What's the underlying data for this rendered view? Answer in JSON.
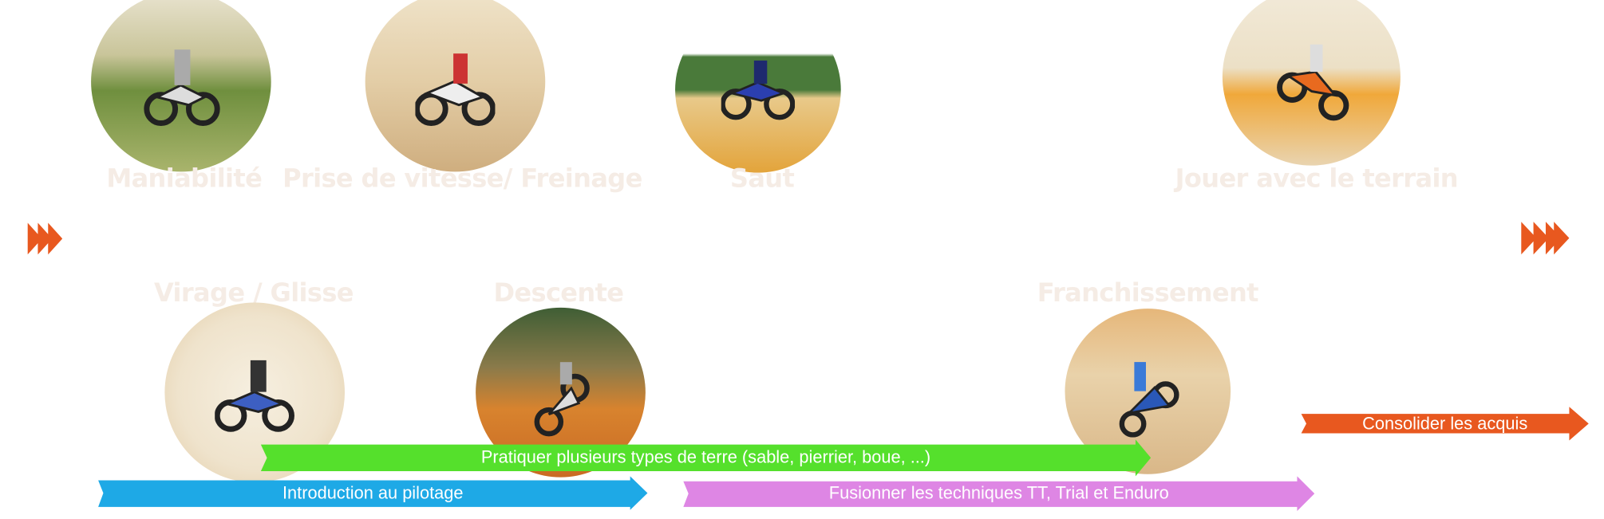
{
  "top_steps": [
    {
      "label": "Maniabilité",
      "icon": "motorbike-illustration-icon"
    },
    {
      "label": "Prise de vitesse/ Freinage",
      "icon": "motorbike-illustration-icon"
    },
    {
      "label": "Saut",
      "icon": "motorbike-illustration-icon"
    },
    {
      "label": "Jouer avec le terrain",
      "icon": "motorbike-illustration-icon"
    }
  ],
  "bottom_steps": [
    {
      "label": "Virage / Glisse",
      "icon": "motorbike-illustration-icon"
    },
    {
      "label": "Descente",
      "icon": "motorbike-illustration-icon"
    },
    {
      "label": "Franchissement",
      "icon": "motorbike-illustration-icon"
    }
  ],
  "phases": {
    "intro": "Introduction au pilotage",
    "terrain": "Pratiquer plusieurs types de terre (sable, pierrier, boue, ...)",
    "fusion": "Fusionner les techniques TT, Trial et Enduro",
    "consolidate": "Consolider les acquis"
  },
  "colors": {
    "label": "#f5ece5",
    "orange": "#e8581f",
    "green": "#55e02c",
    "blue": "#1ea9e6",
    "pink": "#de86e4"
  }
}
